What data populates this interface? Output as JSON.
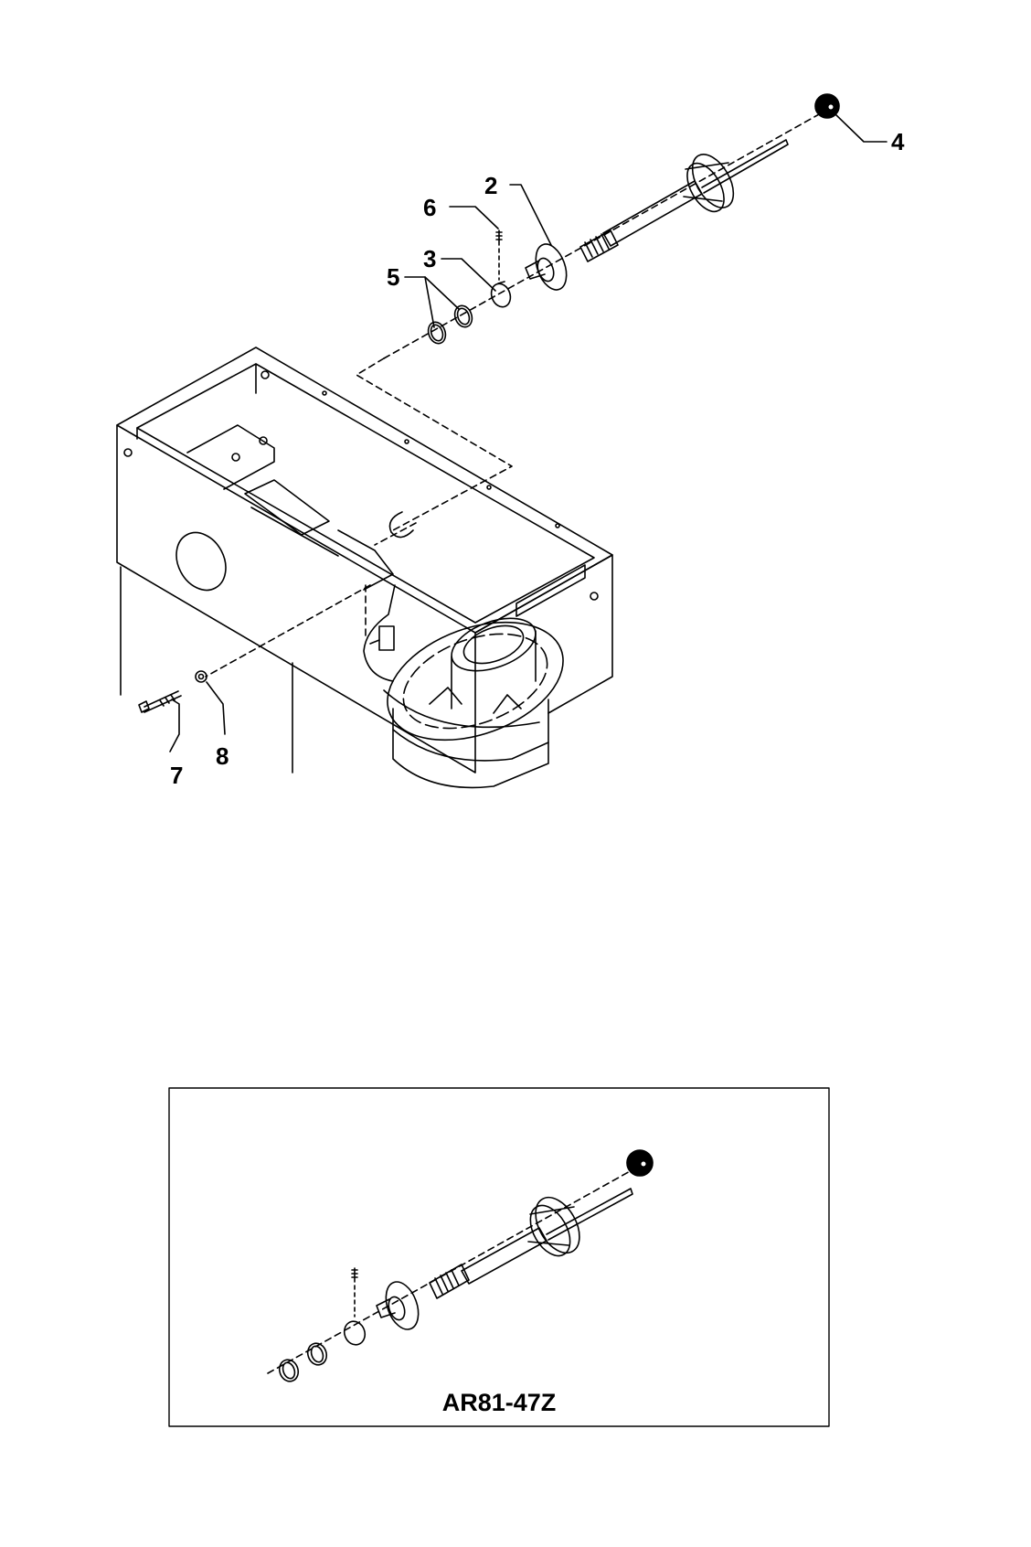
{
  "diagram": {
    "callouts": {
      "c2": "2",
      "c3": "3",
      "c4": "4",
      "c5": "5",
      "c6": "6",
      "c7": "7",
      "c8": "8"
    },
    "inset_caption": "AR81-47Z"
  },
  "colors": {
    "line": "#000000",
    "background": "#ffffff"
  }
}
